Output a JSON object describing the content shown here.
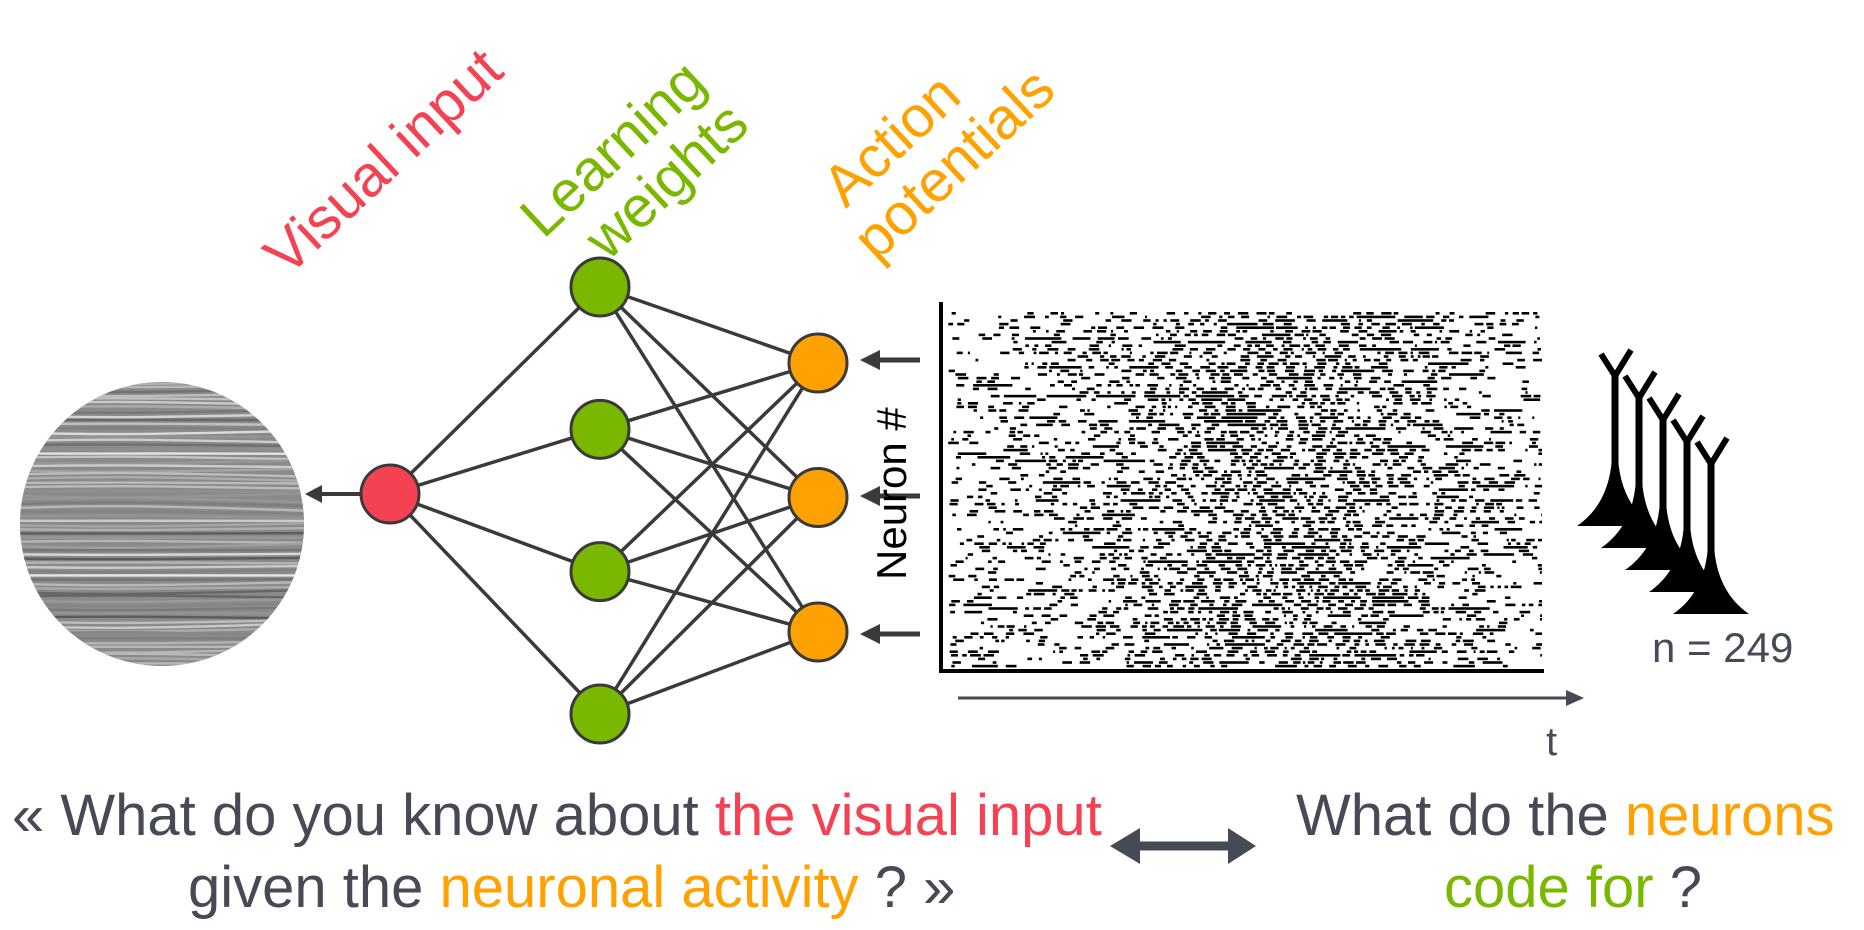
{
  "colors": {
    "red": "#f44253",
    "green": "#7ab800",
    "orange": "#ffa100",
    "dark": "#464a54",
    "edge": "#3a3a3a"
  },
  "labels": {
    "visual_input": "Visual input",
    "learning_line1": "Learning",
    "learning_line2": "weights",
    "action_line1": "Action",
    "action_line2": "potentials",
    "neuron_axis": "Neuron #",
    "time_axis": "t",
    "n_count": "n = 249"
  },
  "question_left": {
    "line1_prefix": "« What do you know about ",
    "line1_highlight": "the visual input",
    "line2_prefix": "given the ",
    "line2_highlight": "neuronal activity",
    "line2_suffix": " ? »"
  },
  "question_right": {
    "line1_prefix": "What do the ",
    "line1_highlight": "neurons",
    "line2_highlight": "code for",
    "line2_suffix": " ?"
  },
  "network": {
    "input_nodes": 1,
    "hidden_nodes": 4,
    "output_nodes": 3
  },
  "neuron_icons": 5
}
